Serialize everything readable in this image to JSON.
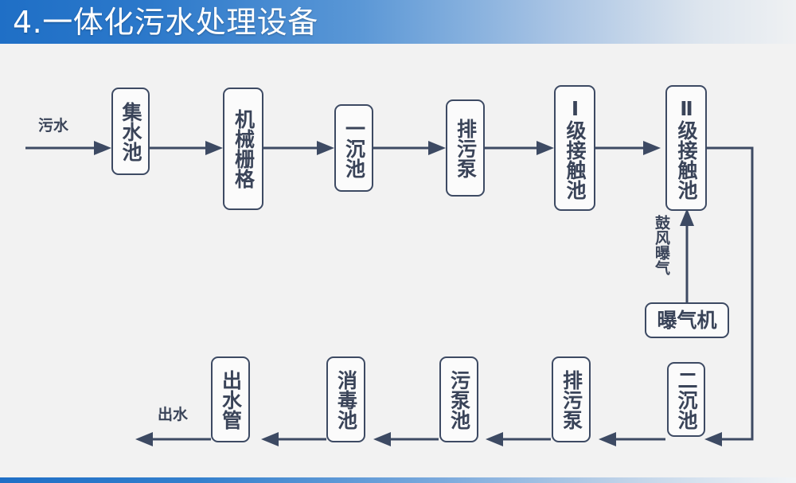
{
  "header": {
    "title": "4.一体化污水处理设备",
    "accent_color": "#1f6fc6",
    "text_color": "#ffffff"
  },
  "footer": {
    "accent_color": "#1f6fc6"
  },
  "canvas": {
    "background_color": "#f2f2f2",
    "box_border_color": "#3d4a63",
    "box_fill_color": "#fbfbfb",
    "arrow_color": "#3d4a63"
  },
  "diagram": {
    "type": "process-flowchart",
    "title": "一体化污水处理设备",
    "orientation": "serpentine-left-to-right-then-right-to-left",
    "nodes": [
      {
        "id": "jishuichi",
        "label": "集水池",
        "row": "top",
        "order": 1,
        "text_direction": "vertical"
      },
      {
        "id": "jixieshange",
        "label": "机械栅格",
        "row": "top",
        "order": 2,
        "text_direction": "vertical"
      },
      {
        "id": "yichenchi",
        "label": "一沉池",
        "row": "top",
        "order": 3,
        "text_direction": "vertical"
      },
      {
        "id": "paiwubeng1",
        "label": "排污泵",
        "row": "top",
        "order": 4,
        "text_direction": "vertical"
      },
      {
        "id": "jiechuchi1",
        "label": "Ⅰ级接触池",
        "row": "top",
        "order": 5,
        "text_direction": "vertical"
      },
      {
        "id": "jiechuchi2",
        "label": "Ⅱ级接触池",
        "row": "top",
        "order": 6,
        "text_direction": "vertical"
      },
      {
        "id": "baoqiji",
        "label": "曝气机",
        "row": "middle",
        "order": 7,
        "text_direction": "horizontal"
      },
      {
        "id": "erchenchi",
        "label": "二沉池",
        "row": "bottom",
        "order": 8,
        "text_direction": "vertical"
      },
      {
        "id": "paiwubeng2",
        "label": "排污泵",
        "row": "bottom",
        "order": 9,
        "text_direction": "vertical"
      },
      {
        "id": "wubengchi",
        "label": "污泵池",
        "row": "bottom",
        "order": 10,
        "text_direction": "vertical"
      },
      {
        "id": "xiaodu",
        "label": "消毒池",
        "row": "bottom",
        "order": 11,
        "text_direction": "vertical"
      },
      {
        "id": "chushuiguan",
        "label": "出水管",
        "row": "bottom",
        "order": 12,
        "text_direction": "vertical"
      }
    ],
    "edge_labels": [
      {
        "id": "inlet",
        "label": "污水",
        "text_direction": "horizontal",
        "position": "top-left-inflow"
      },
      {
        "id": "aeration",
        "label": "鼓风曝气",
        "text_direction": "vertical",
        "position": "aerator-uplink"
      },
      {
        "id": "outlet",
        "label": "出水",
        "text_direction": "horizontal",
        "position": "bottom-left-outflow"
      }
    ],
    "edges": [
      {
        "from": "inlet",
        "to": "jishuichi"
      },
      {
        "from": "jishuichi",
        "to": "jixieshange"
      },
      {
        "from": "jixieshange",
        "to": "yichenchi"
      },
      {
        "from": "yichenchi",
        "to": "paiwubeng1"
      },
      {
        "from": "paiwubeng1",
        "to": "jiechuchi1"
      },
      {
        "from": "jiechuchi1",
        "to": "jiechuchi2"
      },
      {
        "from": "baoqiji",
        "to": "jiechuchi2",
        "label": "鼓风曝气"
      },
      {
        "from": "jiechuchi2",
        "to": "erchenchi"
      },
      {
        "from": "erchenchi",
        "to": "paiwubeng2"
      },
      {
        "from": "paiwubeng2",
        "to": "wubengchi"
      },
      {
        "from": "wubengchi",
        "to": "xiaodu"
      },
      {
        "from": "xiaodu",
        "to": "chushuiguan"
      },
      {
        "from": "chushuiguan",
        "to": "outlet"
      }
    ]
  }
}
